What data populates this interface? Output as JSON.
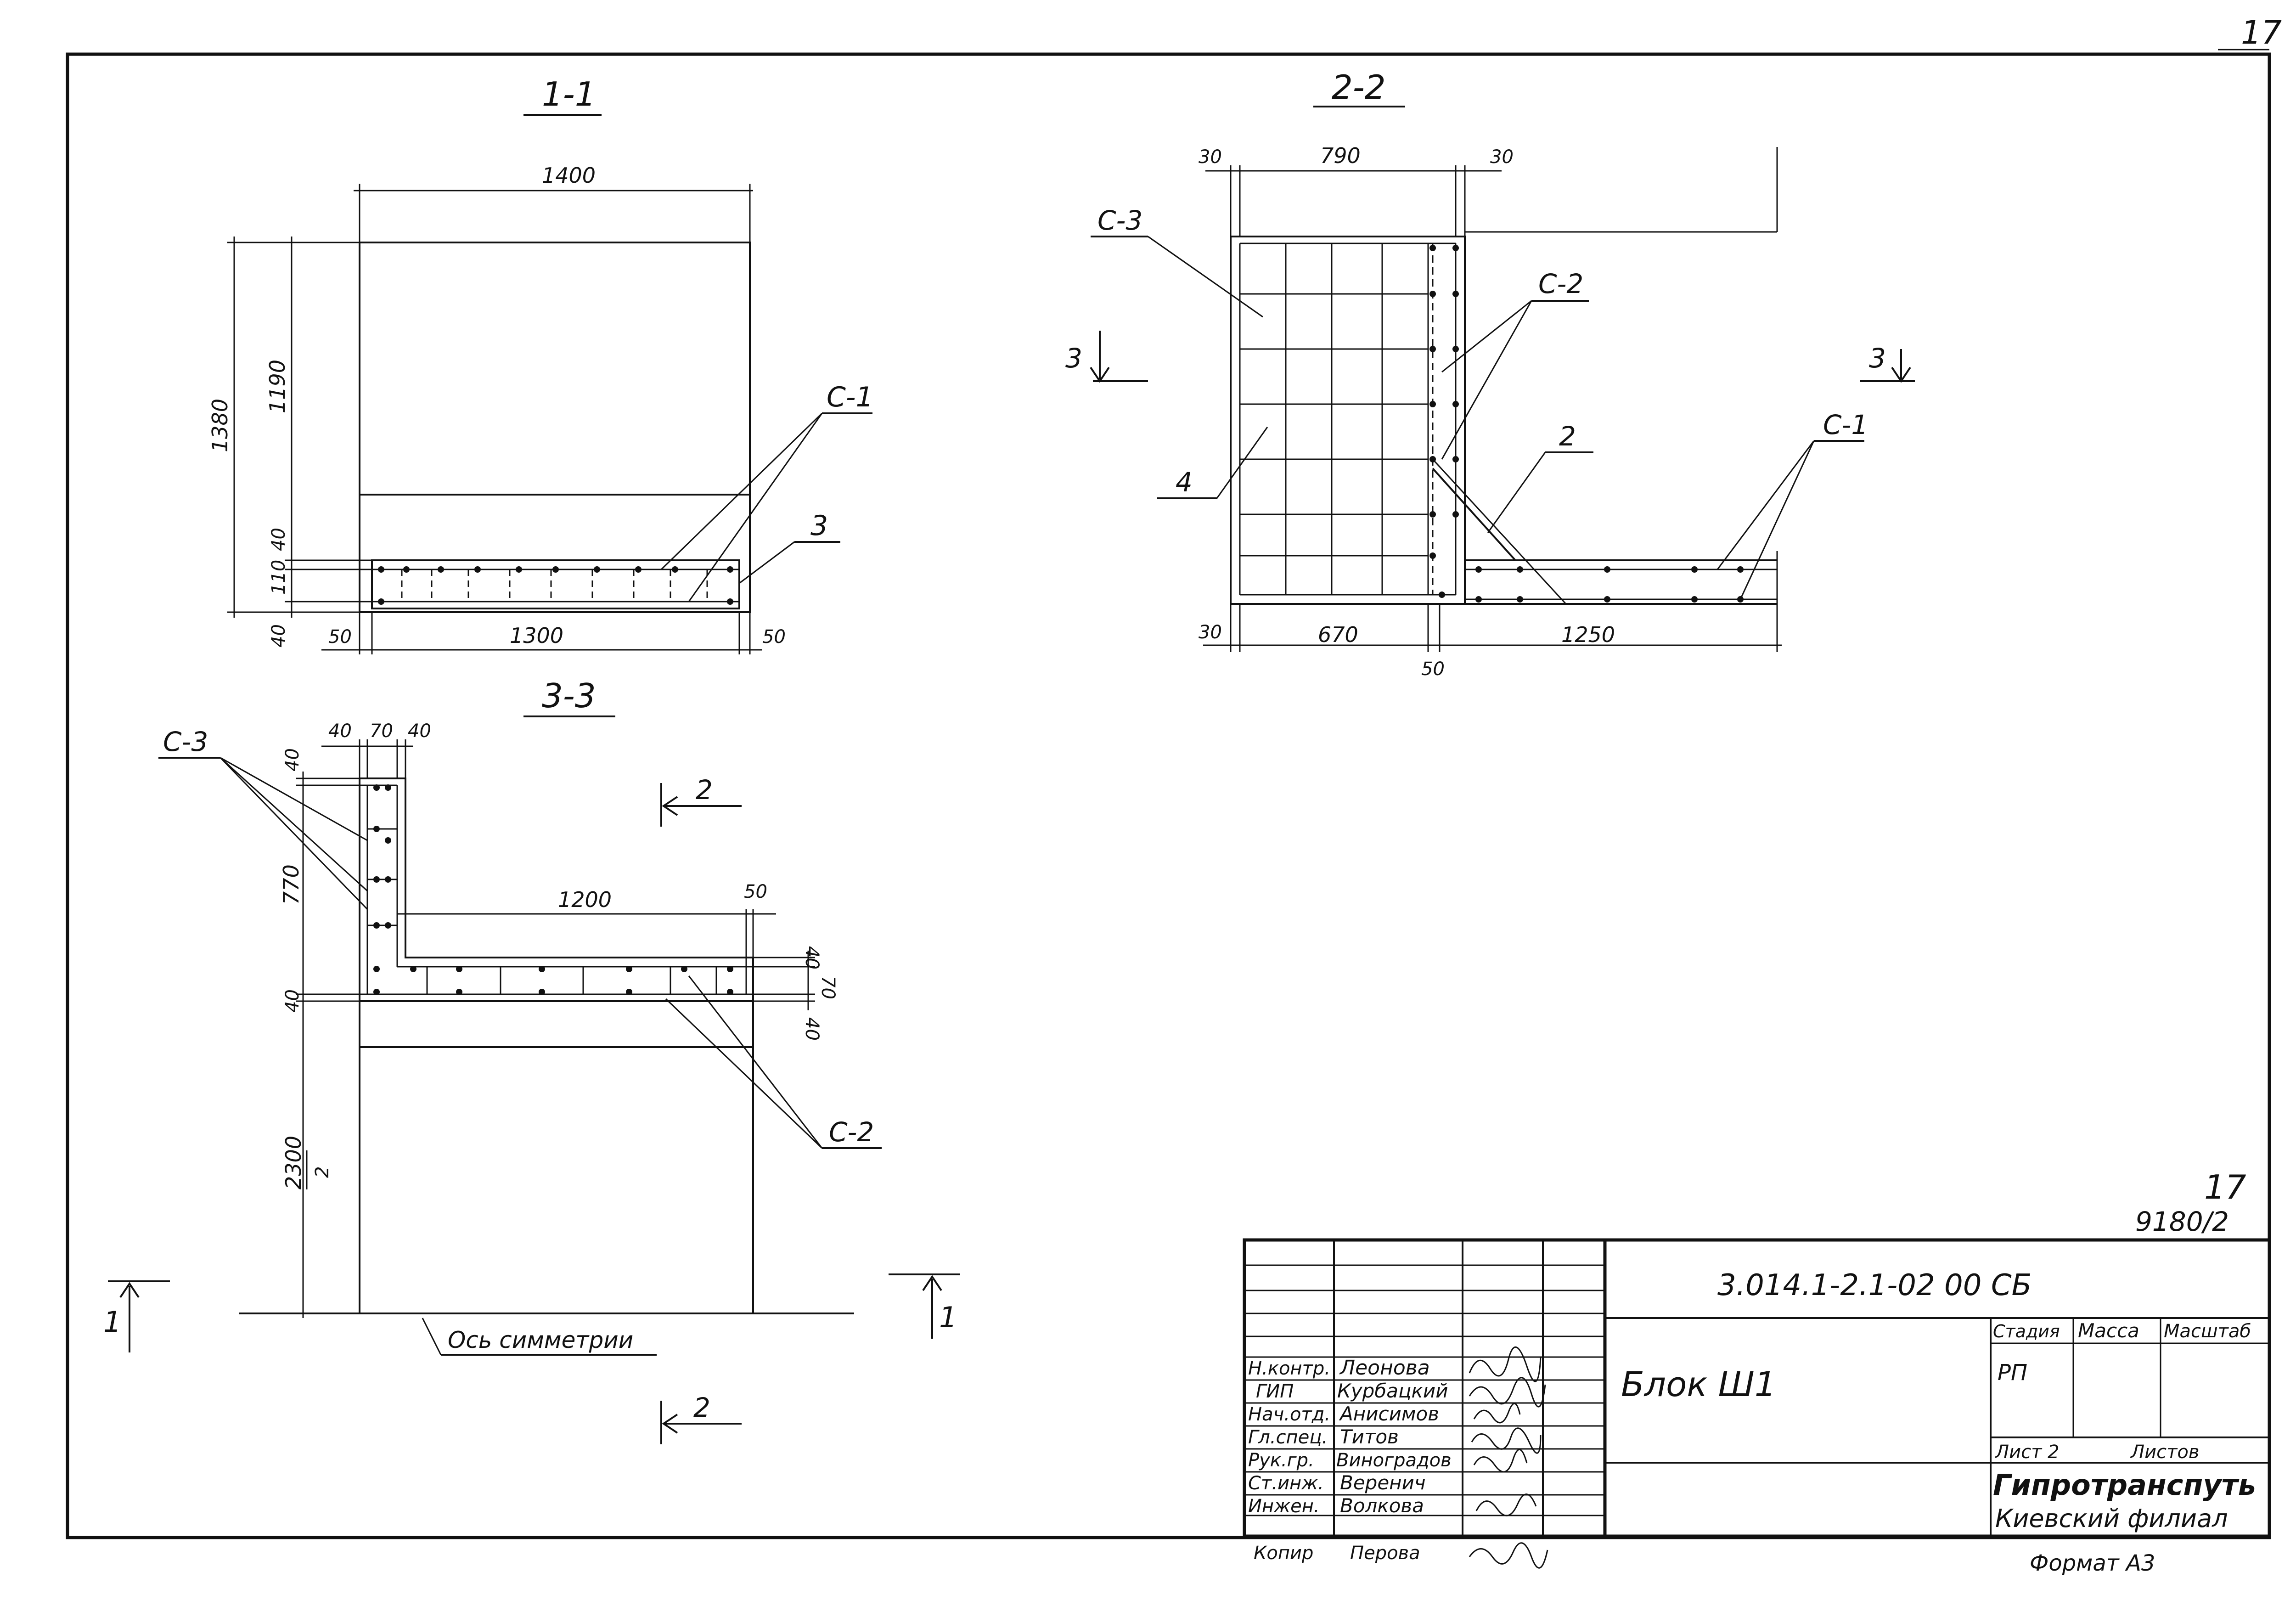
{
  "sheet_number_top": "17",
  "sections": {
    "s11": {
      "title": "1-1",
      "dims": {
        "w_top": "1400",
        "h_total": "1380",
        "h_upper": "1190",
        "d40a": "40",
        "d110": "110",
        "d40b": "40",
        "d50a": "50",
        "w_bottom": "1300",
        "d50b": "50"
      },
      "labels": {
        "c1": "С-1",
        "n3": "3"
      }
    },
    "s22": {
      "title": "2-2",
      "dims": {
        "d30a": "30",
        "w790": "790",
        "d30b": "30",
        "d30c": "30",
        "w670": "670",
        "d50": "50",
        "w1250": "1250"
      },
      "labels": {
        "c3": "С-3",
        "c2": "С-2",
        "n2": "2",
        "c1": "С-1",
        "n4": "4",
        "cut3a": "3",
        "cut3b": "3"
      }
    },
    "s33": {
      "title": "3-3",
      "dims": {
        "d40a": "40",
        "d70a": "70",
        "d40b": "40",
        "v40": "40",
        "v770": "770",
        "w1200": "1200",
        "d50": "50",
        "r40a": "40",
        "r70": "70",
        "r40b": "40",
        "v40b": "40",
        "v2300": "2300",
        "v2": "2"
      },
      "labels": {
        "c3": "С-3",
        "c2": "С-2",
        "cut1a": "1",
        "cut1b": "1",
        "cut2a": "2",
        "cut2b": "2",
        "axis": "Ось симметрии"
      }
    }
  },
  "stamp": {
    "sheet_no": "17",
    "archive_no": "9180/2",
    "doc_code": "3.014.1-2.1-02 00 СБ",
    "title": "Блок Ш1",
    "stage_label": "Стадия",
    "mass_label": "Масса",
    "scale_label": "Масштаб",
    "stage_value": "РП",
    "sheet_label": "Лист 2",
    "sheets_label": "Листов",
    "org": "Гипротранспуть",
    "branch": "Киевский филиал",
    "format": "Формат А3",
    "roles": [
      {
        "role": "Н.контр.",
        "name": "Леонова"
      },
      {
        "role": "ГИП",
        "name": "Курбацкий"
      },
      {
        "role": "Нач.отд.",
        "name": "Анисимов"
      },
      {
        "role": "Гл.спец.",
        "name": "Титов"
      },
      {
        "role": "Рук.гр.",
        "name": "Виноградов"
      },
      {
        "role": "Ст.инж.",
        "name": "Веренич"
      },
      {
        "role": "Инжен.",
        "name": "Волкова"
      }
    ],
    "copy_label": "Копир",
    "copy_name": "Перова"
  }
}
